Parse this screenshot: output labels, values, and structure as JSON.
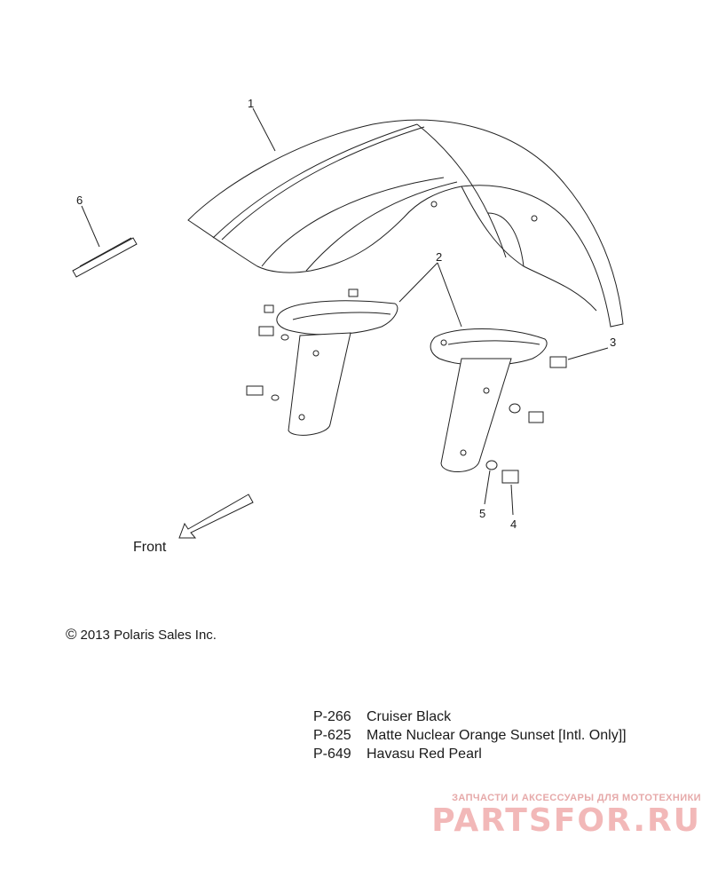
{
  "callouts": {
    "fender": "1",
    "bracket": "2",
    "bolt_small": "3",
    "bolt": "4",
    "washer": "5",
    "decal": "6"
  },
  "direction_label": "Front",
  "copyright": {
    "symbol": "©",
    "text": "2013 Polaris Sales Inc."
  },
  "color_options": [
    {
      "code": "P-266",
      "name": "Cruiser Black"
    },
    {
      "code": "P-625",
      "name": "Matte Nuclear Orange Sunset [Intl. Only]]"
    },
    {
      "code": "P-649",
      "name": "Havasu Red Pearl"
    }
  ],
  "watermark": {
    "tagline": "ЗАПЧАСТИ И АКСЕССУАРЫ ДЛЯ МОТОТЕХНИКИ",
    "logo_text": "PARTSFOR.RU"
  },
  "colors": {
    "line": "#222222",
    "watermark": "#f2b8b8"
  }
}
